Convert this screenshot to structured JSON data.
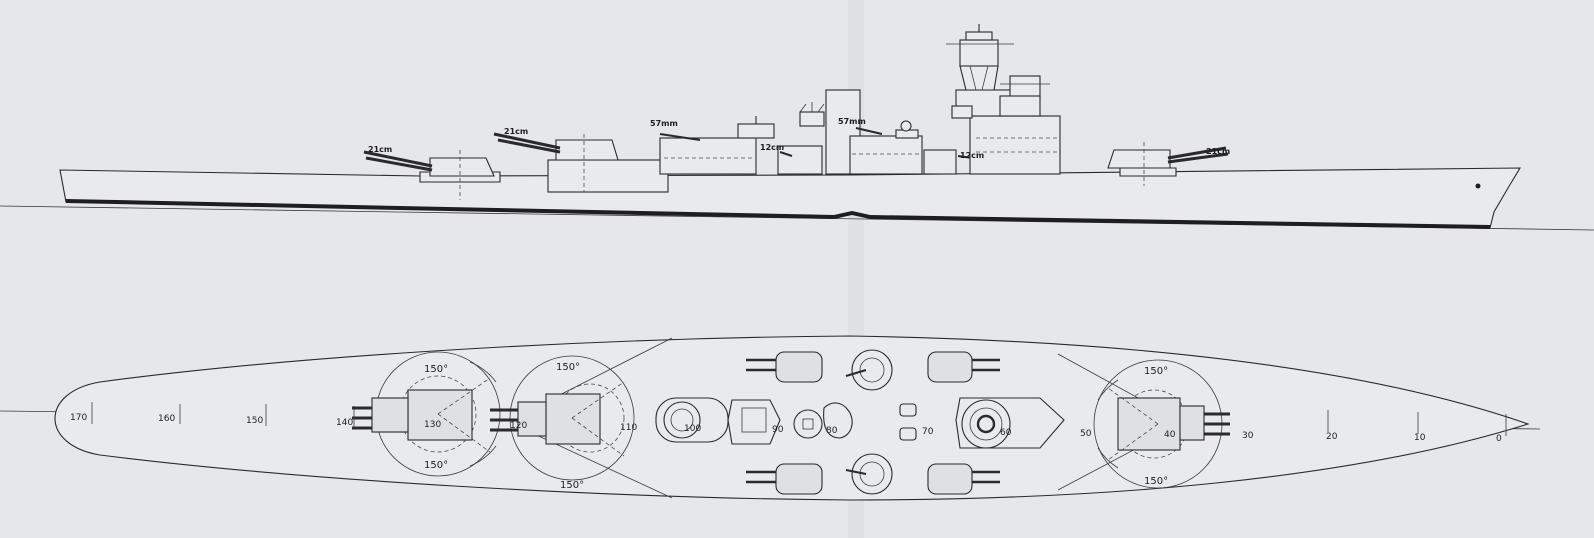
{
  "profile_labels": {
    "aft_turret": "21cm",
    "aft_superfiring": "21cm",
    "secondary_aft": "57mm",
    "secondary_12a": "12cm",
    "secondary_mid": "57mm",
    "secondary_12b": "12cm",
    "fore_turret": "21cm"
  },
  "frame_marks": [
    "170",
    "160",
    "150",
    "140",
    "130",
    "120",
    "110",
    "100",
    "90",
    "80",
    "70",
    "60",
    "50",
    "40",
    "30",
    "20",
    "10",
    "0"
  ],
  "arc_angles": {
    "aft_top": "150°",
    "aft_bottom": "150°",
    "superfiring_top": "150°",
    "superfiring_bottom": "150°",
    "fore_top": "150°",
    "fore_bottom": "150°"
  }
}
